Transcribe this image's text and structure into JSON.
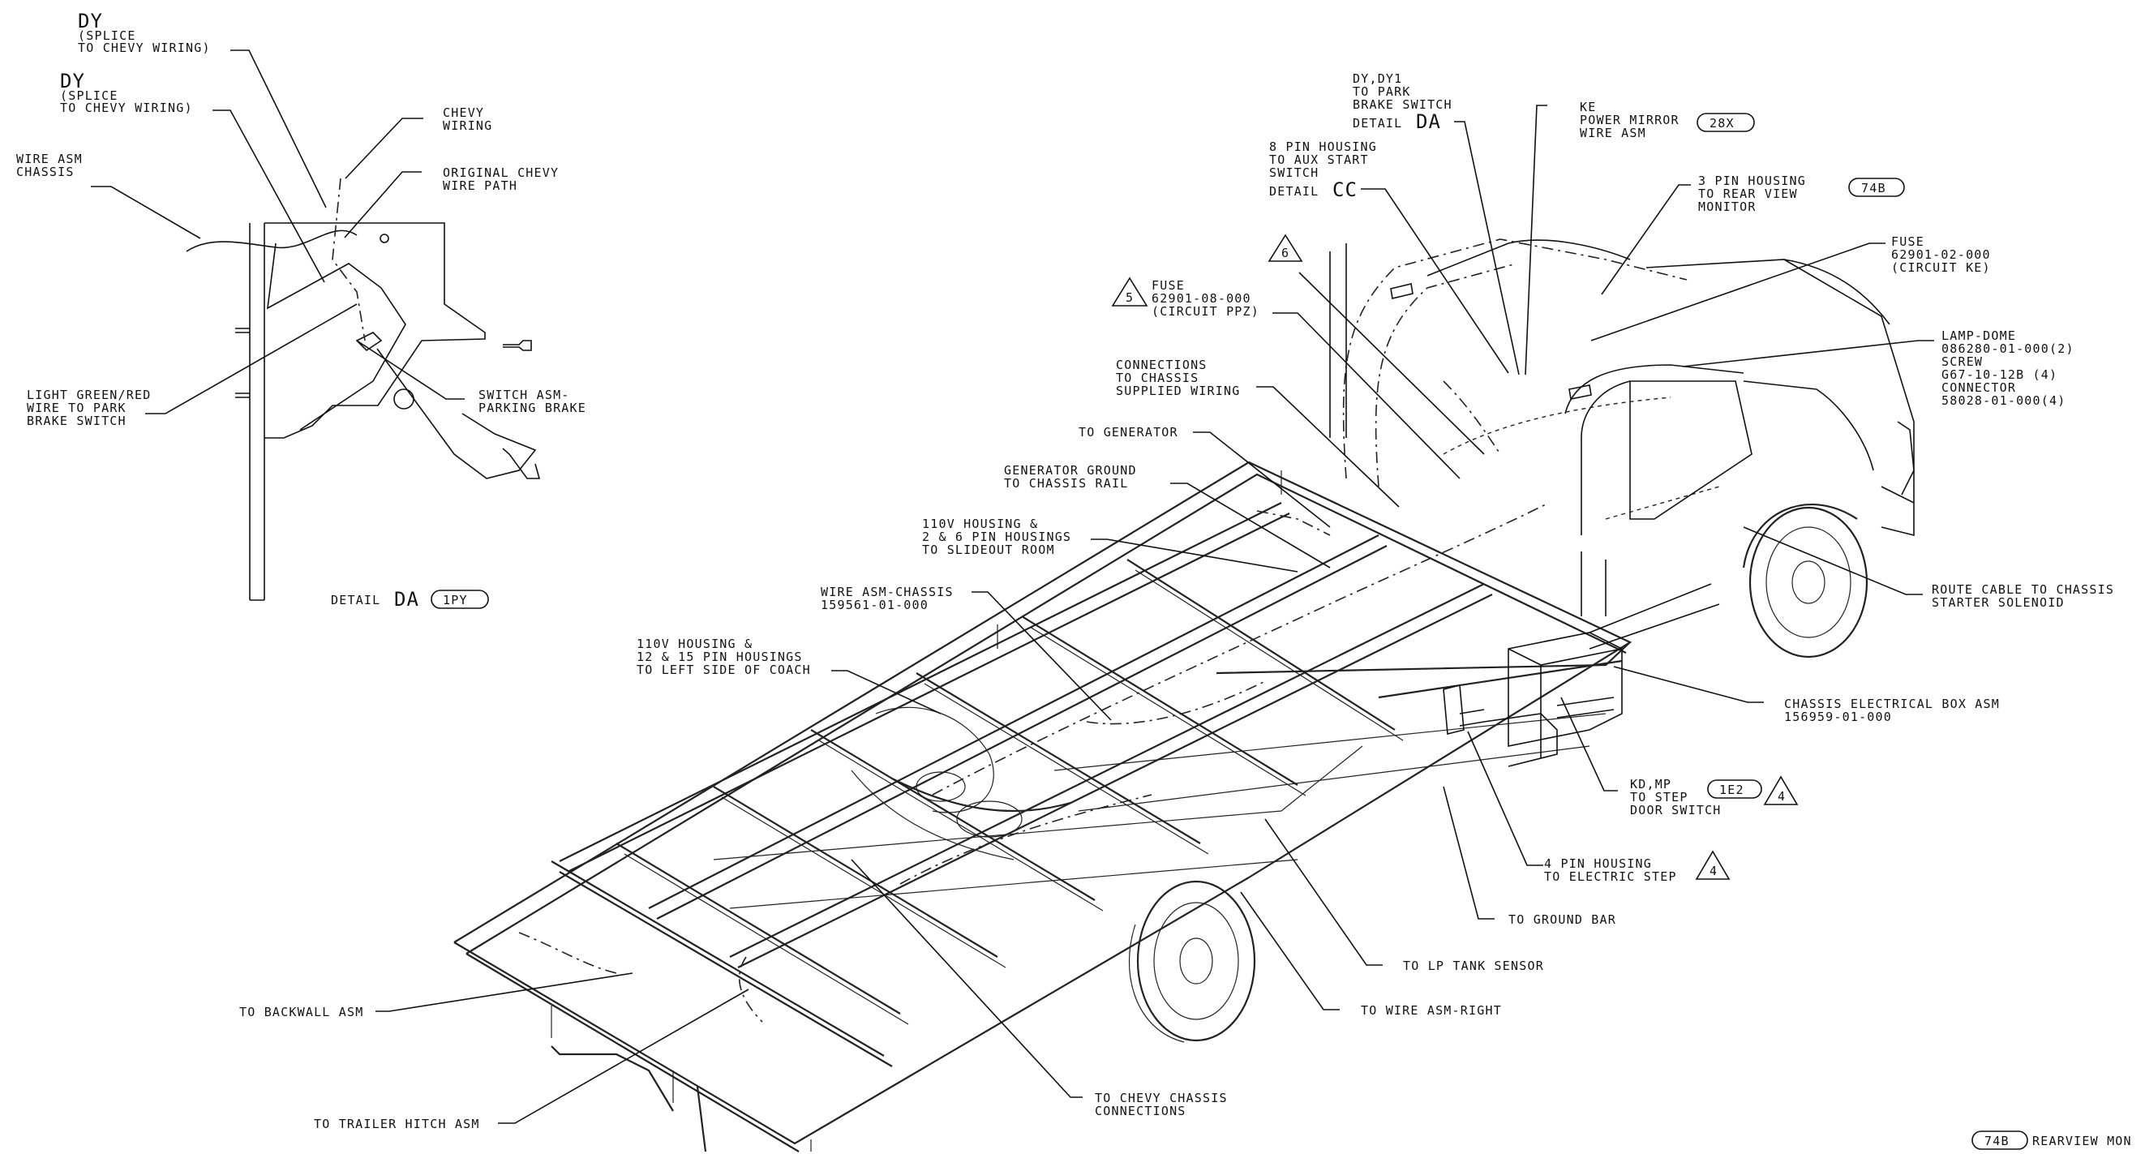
{
  "detail_da": {
    "dy_top": [
      "DY",
      "(SPLICE",
      "TO CHEVY WIRING)"
    ],
    "dy_mid": [
      "DY",
      "(SPLICE",
      "TO CHEVY WIRING)"
    ],
    "chevy_wiring": [
      "CHEVY",
      "WIRING"
    ],
    "wire_asm_chassis": [
      "WIRE ASM",
      "CHASSIS"
    ],
    "original_path": [
      "ORIGINAL CHEVY",
      "WIRE PATH"
    ],
    "light_green_red": [
      "LIGHT GREEN/RED",
      "WIRE TO PARK",
      "BRAKE SWITCH"
    ],
    "switch_asm": [
      "SWITCH ASM-",
      "PARKING BRAKE"
    ],
    "caption_prefix": "DETAIL",
    "caption_big": "DA",
    "caption_badge": "1PY"
  },
  "labels": {
    "dy_park": [
      "DY,DY1",
      "TO PARK",
      "BRAKE SWITCH"
    ],
    "dy_park_detail_prefix": "DETAIL",
    "dy_park_detail_big": "DA",
    "ke": [
      "KE",
      "POWER MIRROR",
      "WIRE ASM"
    ],
    "ke_badge": "28X",
    "aux_start": [
      "8 PIN HOUSING",
      "TO AUX START",
      "SWITCH"
    ],
    "aux_detail_prefix": "DETAIL",
    "aux_detail_big": "CC",
    "rear_view": [
      "3 PIN HOUSING",
      "TO REAR VIEW",
      "MONITOR"
    ],
    "rear_view_badge": "74B",
    "fuse_ke": [
      "FUSE",
      "62901-02-000",
      "(CIRCUIT KE)"
    ],
    "triangle_6": "6",
    "fuse_ppz": [
      "FUSE",
      "62901-08-000",
      "(CIRCUIT PPZ)"
    ],
    "triangle_5": "5",
    "lamp_dome": [
      "LAMP-DOME",
      "086280-01-000(2)",
      "SCREW",
      "G67-10-12B (4)",
      "CONNECTOR",
      "58028-01-000(4)"
    ],
    "connections": [
      "CONNECTIONS",
      "TO CHASSIS",
      "SUPPLIED WIRING"
    ],
    "to_generator": "TO GENERATOR",
    "gen_ground": [
      "GENERATOR GROUND",
      "TO CHASSIS RAIL"
    ],
    "slideout": [
      "110V HOUSING &",
      "2 & 6 PIN HOUSINGS",
      "TO SLIDEOUT ROOM"
    ],
    "wire_asm_chassis_main": [
      "WIRE ASM-CHASSIS",
      "159561-01-000"
    ],
    "left_side": [
      "110V HOUSING &",
      "12 & 15 PIN HOUSINGS",
      "TO LEFT SIDE OF COACH"
    ],
    "route_cable": [
      "ROUTE CABLE TO CHASSIS",
      "STARTER SOLENOID"
    ],
    "elec_box": [
      "CHASSIS ELECTRICAL BOX ASM",
      "156959-01-000"
    ],
    "step_door": [
      "KD,MP",
      "TO STEP",
      "DOOR SWITCH"
    ],
    "step_door_badge": "1E2",
    "triangle_4a": "4",
    "electric_step": [
      "4 PIN HOUSING",
      "TO ELECTRIC STEP"
    ],
    "triangle_4b": "4",
    "ground_bar": "TO GROUND BAR",
    "lp_tank": "TO LP TANK SENSOR",
    "wire_right": "TO WIRE ASM-RIGHT",
    "backwall": "TO BACKWALL ASM",
    "trailer_hitch": "TO TRAILER HITCH ASM",
    "chevy_conn": [
      "TO CHEVY CHASSIS",
      "CONNECTIONS"
    ],
    "rearview_mon_badge": "74B",
    "rearview_mon": "REARVIEW MON"
  }
}
